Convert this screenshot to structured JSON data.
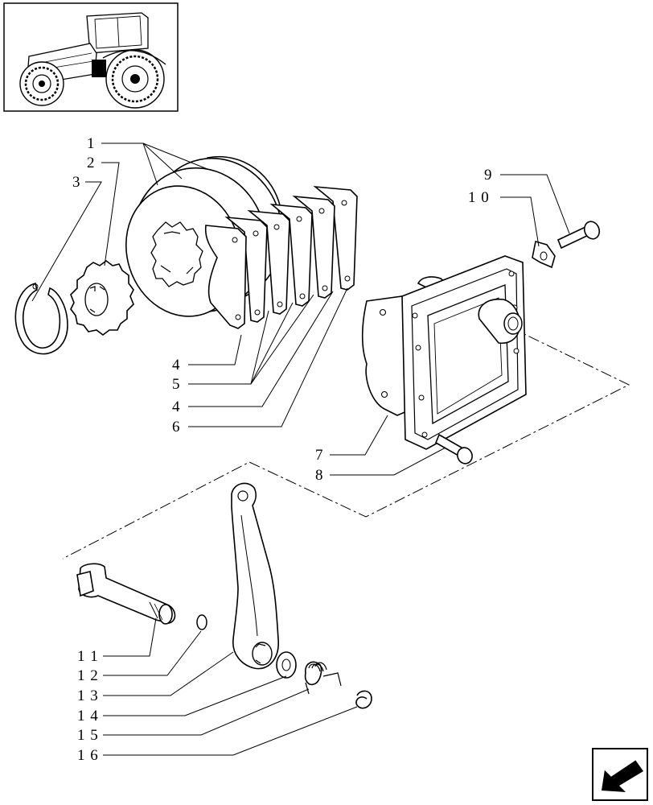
{
  "callouts": {
    "c1": "1",
    "c2": "2",
    "c3": "3",
    "c4a": "4",
    "c5": "5",
    "c4b": "4",
    "c6": "6",
    "c7": "7",
    "c8": "8",
    "c9": "9",
    "c10": "1 0",
    "c11": "1 1",
    "c12": "1 2",
    "c13": "1 3",
    "c14": "1 4",
    "c15": "1 5",
    "c16": "1 6"
  },
  "icons": {
    "thumbnail": "tractor-thumbnail",
    "nav": "next-page-arrow-icon"
  }
}
